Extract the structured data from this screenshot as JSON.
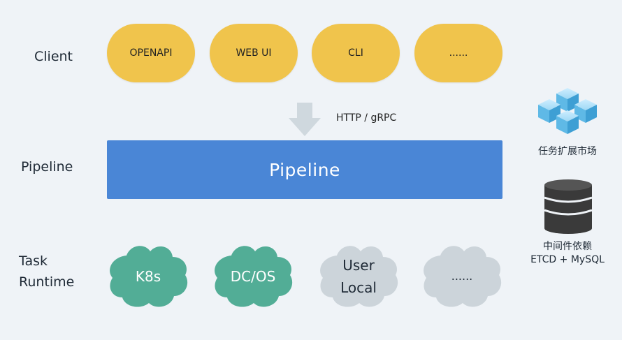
{
  "rows": {
    "client": "Client",
    "pipeline": "Pipeline",
    "task_runtime": [
      "Task",
      "Runtime"
    ]
  },
  "clients": [
    "OPENAPI",
    "WEB UI",
    "CLI",
    "......"
  ],
  "protocol": "HTTP / gRPC",
  "pipeline_bar": "Pipeline",
  "runtimes": [
    {
      "lines": [
        "K8s"
      ],
      "color": "#52ad96",
      "text_color": "#ffffff"
    },
    {
      "lines": [
        "DC/OS"
      ],
      "color": "#52ad96",
      "text_color": "#ffffff"
    },
    {
      "lines": [
        "User",
        "Local"
      ],
      "color": "#ccd4da",
      "text_color": "#1f2a36"
    },
    {
      "lines": [
        "......"
      ],
      "color": "#ccd4da",
      "text_color": "#1f2a36"
    }
  ],
  "side": {
    "marketplace": "任务扩展市场",
    "middleware_title": "中间件依赖",
    "middleware_detail": "ETCD + MySQL"
  },
  "colors": {
    "background": "#eff3f7",
    "client_pill": "#f0c44c",
    "pipeline_bar": "#4a86d6",
    "arrow": "#cfd8de",
    "runtime_green": "#52ad96",
    "runtime_gray": "#ccd4da"
  },
  "icons": [
    "down-arrow-icon",
    "cubes-icon",
    "database-icon"
  ]
}
